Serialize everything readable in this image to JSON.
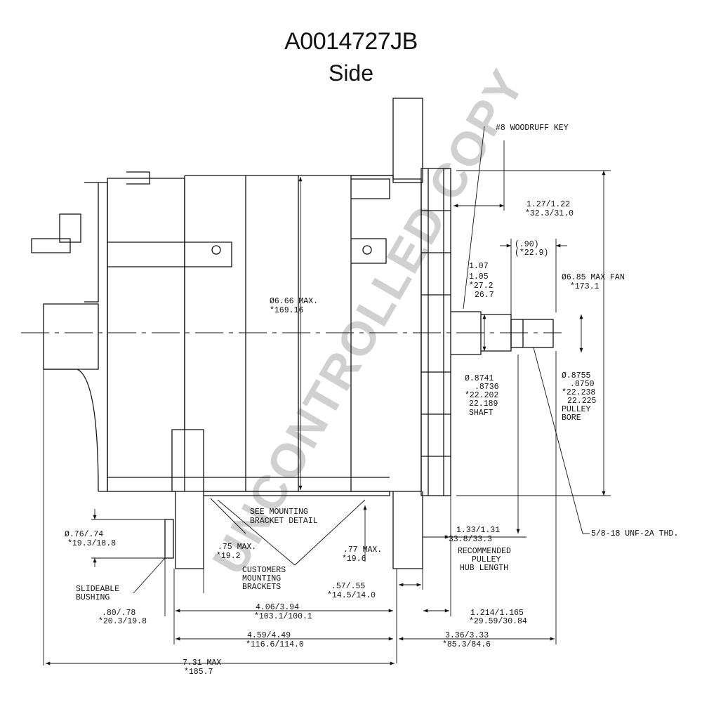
{
  "drawing": {
    "title": "A0014727JB",
    "subtitle": "Side",
    "watermark": "UNCONTROLLED COPY"
  },
  "labels": {
    "woodruff_key": "#8 WOODRUFF KEY",
    "fan_clear_a": "1.27/1.22",
    "fan_clear_b": "*32.3/31.0",
    "ref_a": "(.90)",
    "ref_b": "(*22.9)",
    "fan_dia_a": "Ø6.85 MAX FAN",
    "fan_dia_b": "*173.1",
    "key_a": "1.07",
    "key_b": "1.05",
    "key_c": "*27.2",
    "key_d": "26.7",
    "body_dia_a": "Ø6.66 MAX.",
    "body_dia_b": "*169.16",
    "shaft_a": "Ø.8741",
    "shaft_b": ".8736",
    "shaft_c": "*22.202",
    "shaft_d": "22.189",
    "shaft_e": "SHAFT",
    "bore_a": "Ø.8755",
    "bore_b": ".8750",
    "bore_c": "*22.238",
    "bore_d": "22.225",
    "bore_e": "PULLEY",
    "bore_f": "BORE",
    "thread": "5/8-18 UNF-2A THD.",
    "mount_detail_a": "SEE MOUNTING",
    "mount_detail_b": "BRACKET DETAIL",
    "bush_dia_a": "Ø.76/.74",
    "bush_dia_b": "*19.3/18.8",
    "m75_a": ".75 MAX.",
    "m75_b": "*19.2",
    "m77_a": ".77 MAX.",
    "m77_b": "*19.6",
    "hub_a": "1.33/1.31",
    "hub_b": "*33.8/33.3",
    "hub_c": "RECOMMENDED",
    "hub_d": "PULLEY",
    "hub_e": "HUB LENGTH",
    "cust_a": "CUSTOMERS",
    "cust_b": "MOUNTING",
    "cust_c": "BRACKETS",
    "slide_a": "SLIDEABLE",
    "slide_b": "BUSHING",
    "d57_a": ".57/.55",
    "d57_b": "*14.5/14.0",
    "d80_a": ".80/.78",
    "d80_b": "*20.3/19.8",
    "d406_a": "4.06/3.94",
    "d406_b": "*103.1/100.1",
    "d1214_a": "1.214/1.165",
    "d1214_b": "*29.59/30.84",
    "d459_a": "4.59/4.49",
    "d459_b": "*116.6/114.0",
    "d336_a": "3.36/3.33",
    "d336_b": "*85.3/84.6",
    "d731_a": "7.31 MAX",
    "d731_b": "*185.7"
  }
}
